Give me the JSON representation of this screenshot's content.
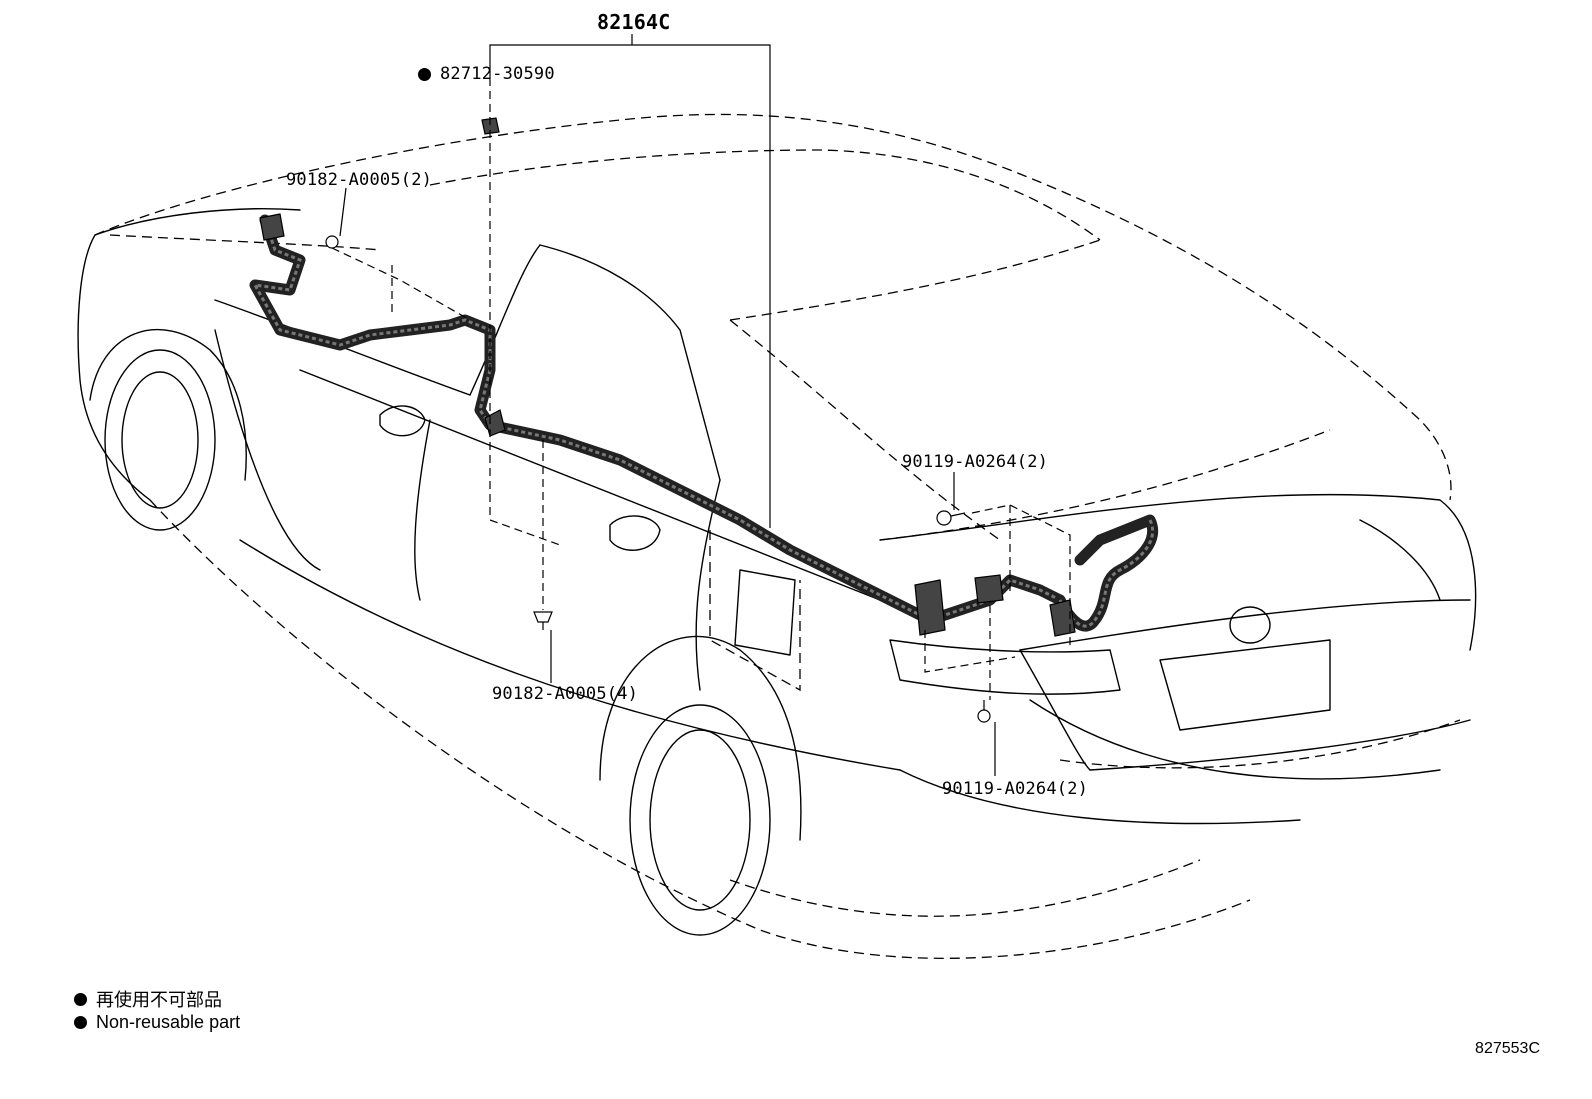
{
  "diagram": {
    "part_labels": {
      "assembly": "82164C",
      "clip": "82712-30590",
      "clip_front": "90182-A0005(2)",
      "clip_lower": "90182-A0005(4)",
      "bolt_upper": "90119-A0264(2)",
      "bolt_lower": "90119-A0264(2)"
    },
    "legend": {
      "japanese": "再使用不可部品",
      "english": "Non-reusable part"
    },
    "illustration_code": "827553C"
  }
}
